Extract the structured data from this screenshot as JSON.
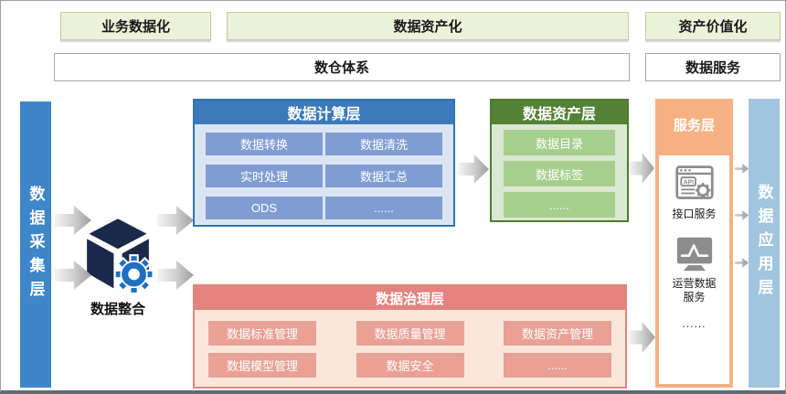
{
  "phases": {
    "business": "业务数据化",
    "asset": "数据资产化",
    "value": "资产价值化"
  },
  "systems": {
    "warehouse": "数仓体系",
    "service": "数据服务"
  },
  "collection_layer": {
    "label": "数据采集层"
  },
  "integration": {
    "label": "数据整合"
  },
  "computing_layer": {
    "title": "数据计算层",
    "items": [
      "数据转换",
      "数据清洗",
      "实时处理",
      "数据汇总",
      "ODS",
      "......"
    ]
  },
  "asset_layer": {
    "title": "数据资产层",
    "items": [
      "数据目录",
      "数据标签",
      "......"
    ]
  },
  "governance_layer": {
    "title": "数据治理层",
    "items": [
      "数据标准管理",
      "数据质量管理",
      "数据资产管理",
      "数据模型管理",
      "数据安全",
      "......"
    ]
  },
  "service_layer": {
    "title": "服务层",
    "items": [
      {
        "icon": "api-browser-icon",
        "icon_text": "API",
        "label": "接口服务"
      },
      {
        "icon": "line-chart-monitor-icon",
        "label": "运营数据服务"
      }
    ],
    "more": "......"
  },
  "application_layer": {
    "label": "数据应用层"
  },
  "colors": {
    "phase_green_fill": "#ecf1d9",
    "phase_green_border": "#c3cfa0",
    "collection_bar_blue": "#3e86c8",
    "application_bar_blue": "#a1c5de",
    "computing_border": "#2e75b6",
    "computing_header": "#3c79bb",
    "computing_body": "#dbe5f1",
    "computing_item": "#809dd2",
    "asset_header": "#538135",
    "asset_body": "#dbe8d1",
    "asset_item": "#a6cf8d",
    "service_orange": "#f5b183",
    "governance_header": "#e2837f",
    "governance_body": "#fae7da",
    "governance_item": "#e9a195",
    "cube_navy": "#1b2a4a",
    "gear_blue": "#1e6fc2",
    "icon_gray": "#8c8c8c"
  }
}
